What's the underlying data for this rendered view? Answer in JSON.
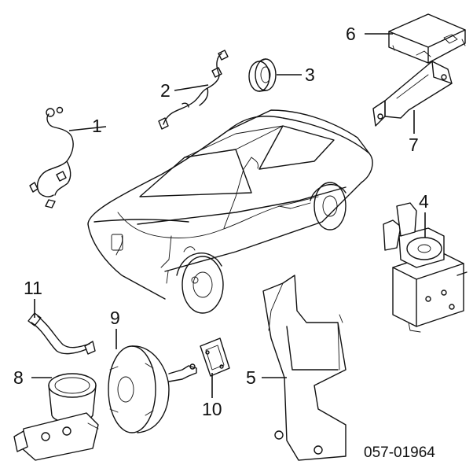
{
  "callouts": {
    "c1": "1",
    "c2": "2",
    "c3": "3",
    "c4": "4",
    "c5": "5",
    "c6": "6",
    "c7": "7",
    "c8": "8",
    "c9": "9",
    "c10": "10",
    "c11": "11"
  },
  "part_code": "057-01964",
  "colors": {
    "ink": "#111111",
    "background": "#ffffff"
  }
}
